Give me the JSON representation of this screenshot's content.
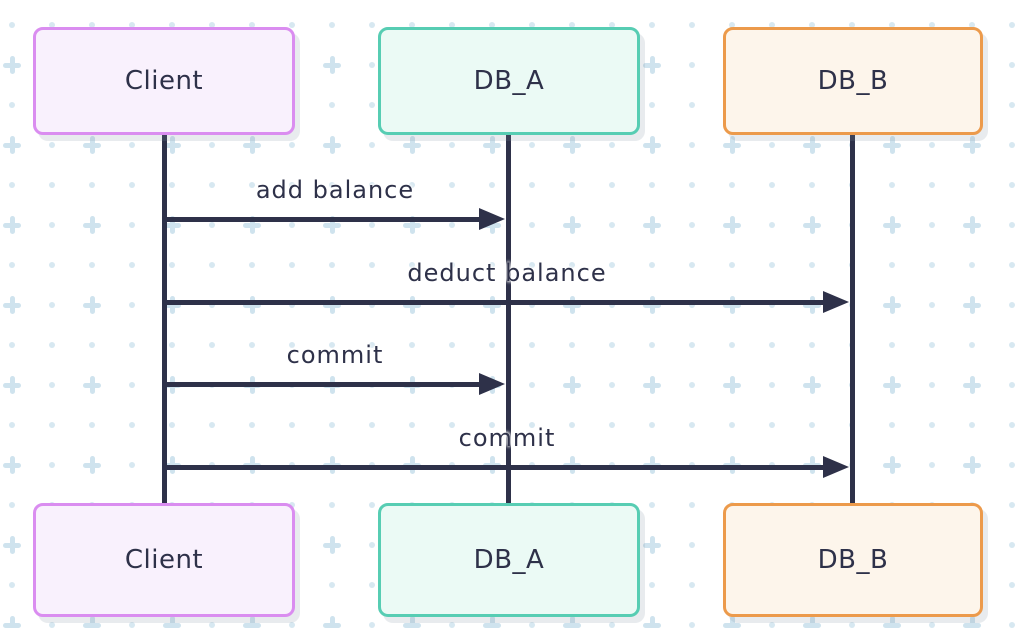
{
  "diagram": {
    "type": "sequence",
    "participants": [
      {
        "id": "client",
        "label": "Client",
        "border_color": "#da8df0",
        "fill_color": "#f9f1fd"
      },
      {
        "id": "db_a",
        "label": "DB_A",
        "border_color": "#57cdb3",
        "fill_color": "#ebfaf5"
      },
      {
        "id": "db_b",
        "label": "DB_B",
        "border_color": "#ec9a4b",
        "fill_color": "#fdf5eb"
      }
    ],
    "messages": [
      {
        "from": "client",
        "to": "db_a",
        "label": "add balance"
      },
      {
        "from": "client",
        "to": "db_b",
        "label": "deduct balance"
      },
      {
        "from": "client",
        "to": "db_a",
        "label": "commit"
      },
      {
        "from": "client",
        "to": "db_b",
        "label": "commit"
      }
    ],
    "colors": {
      "ink": "#2e3149",
      "background": "#ffffff",
      "pattern_plus": "#cfe3ee",
      "pattern_dot": "#d7e8f1"
    }
  }
}
